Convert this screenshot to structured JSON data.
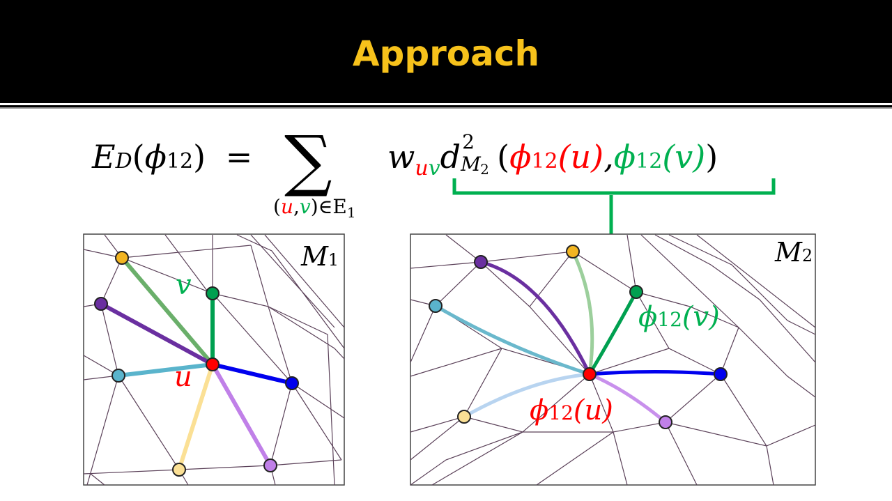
{
  "slide": {
    "title": "Approach"
  },
  "equation": {
    "lhs": "E",
    "lhs_sub": "D",
    "lhs_arg_open": "(",
    "phi": "ϕ",
    "phi_sub": "12",
    "lhs_arg_close": ")",
    "equals": "=",
    "sum_symbol": "∑",
    "sum_index_u": "u",
    "sum_index_v": "v",
    "sum_index_open": "(",
    "sum_index_comma": ",",
    "sum_index_rest": ")∈E",
    "sum_index_sub": "1",
    "w": "w",
    "w_sub_u": "u",
    "w_sub_v": "v",
    "d": "d",
    "d_sup": "2",
    "d_sub": "M",
    "d_sub_sub": "2",
    "open": "(",
    "phi_u": "ϕ",
    "phi_u_sub": "12",
    "u_arg": "(u)",
    "comma": ",",
    "phi_v": "ϕ",
    "phi_v_sub": "12",
    "v_arg": "(v)",
    "close": ")"
  },
  "panels": {
    "left": {
      "label": "M",
      "label_sub": "1",
      "u_label": "u",
      "v_label": "v"
    },
    "right": {
      "label": "M",
      "label_sub": "2",
      "phi_u": "ϕ",
      "phi_u_sub": "12",
      "phi_u_arg": "(u)",
      "phi_v": "ϕ",
      "phi_v_sub": "12",
      "phi_v_arg": "(v)"
    }
  },
  "colors": {
    "title": "#f7c21b",
    "u": "#ff0000",
    "v": "#00b050",
    "mesh": "#5a4058"
  }
}
